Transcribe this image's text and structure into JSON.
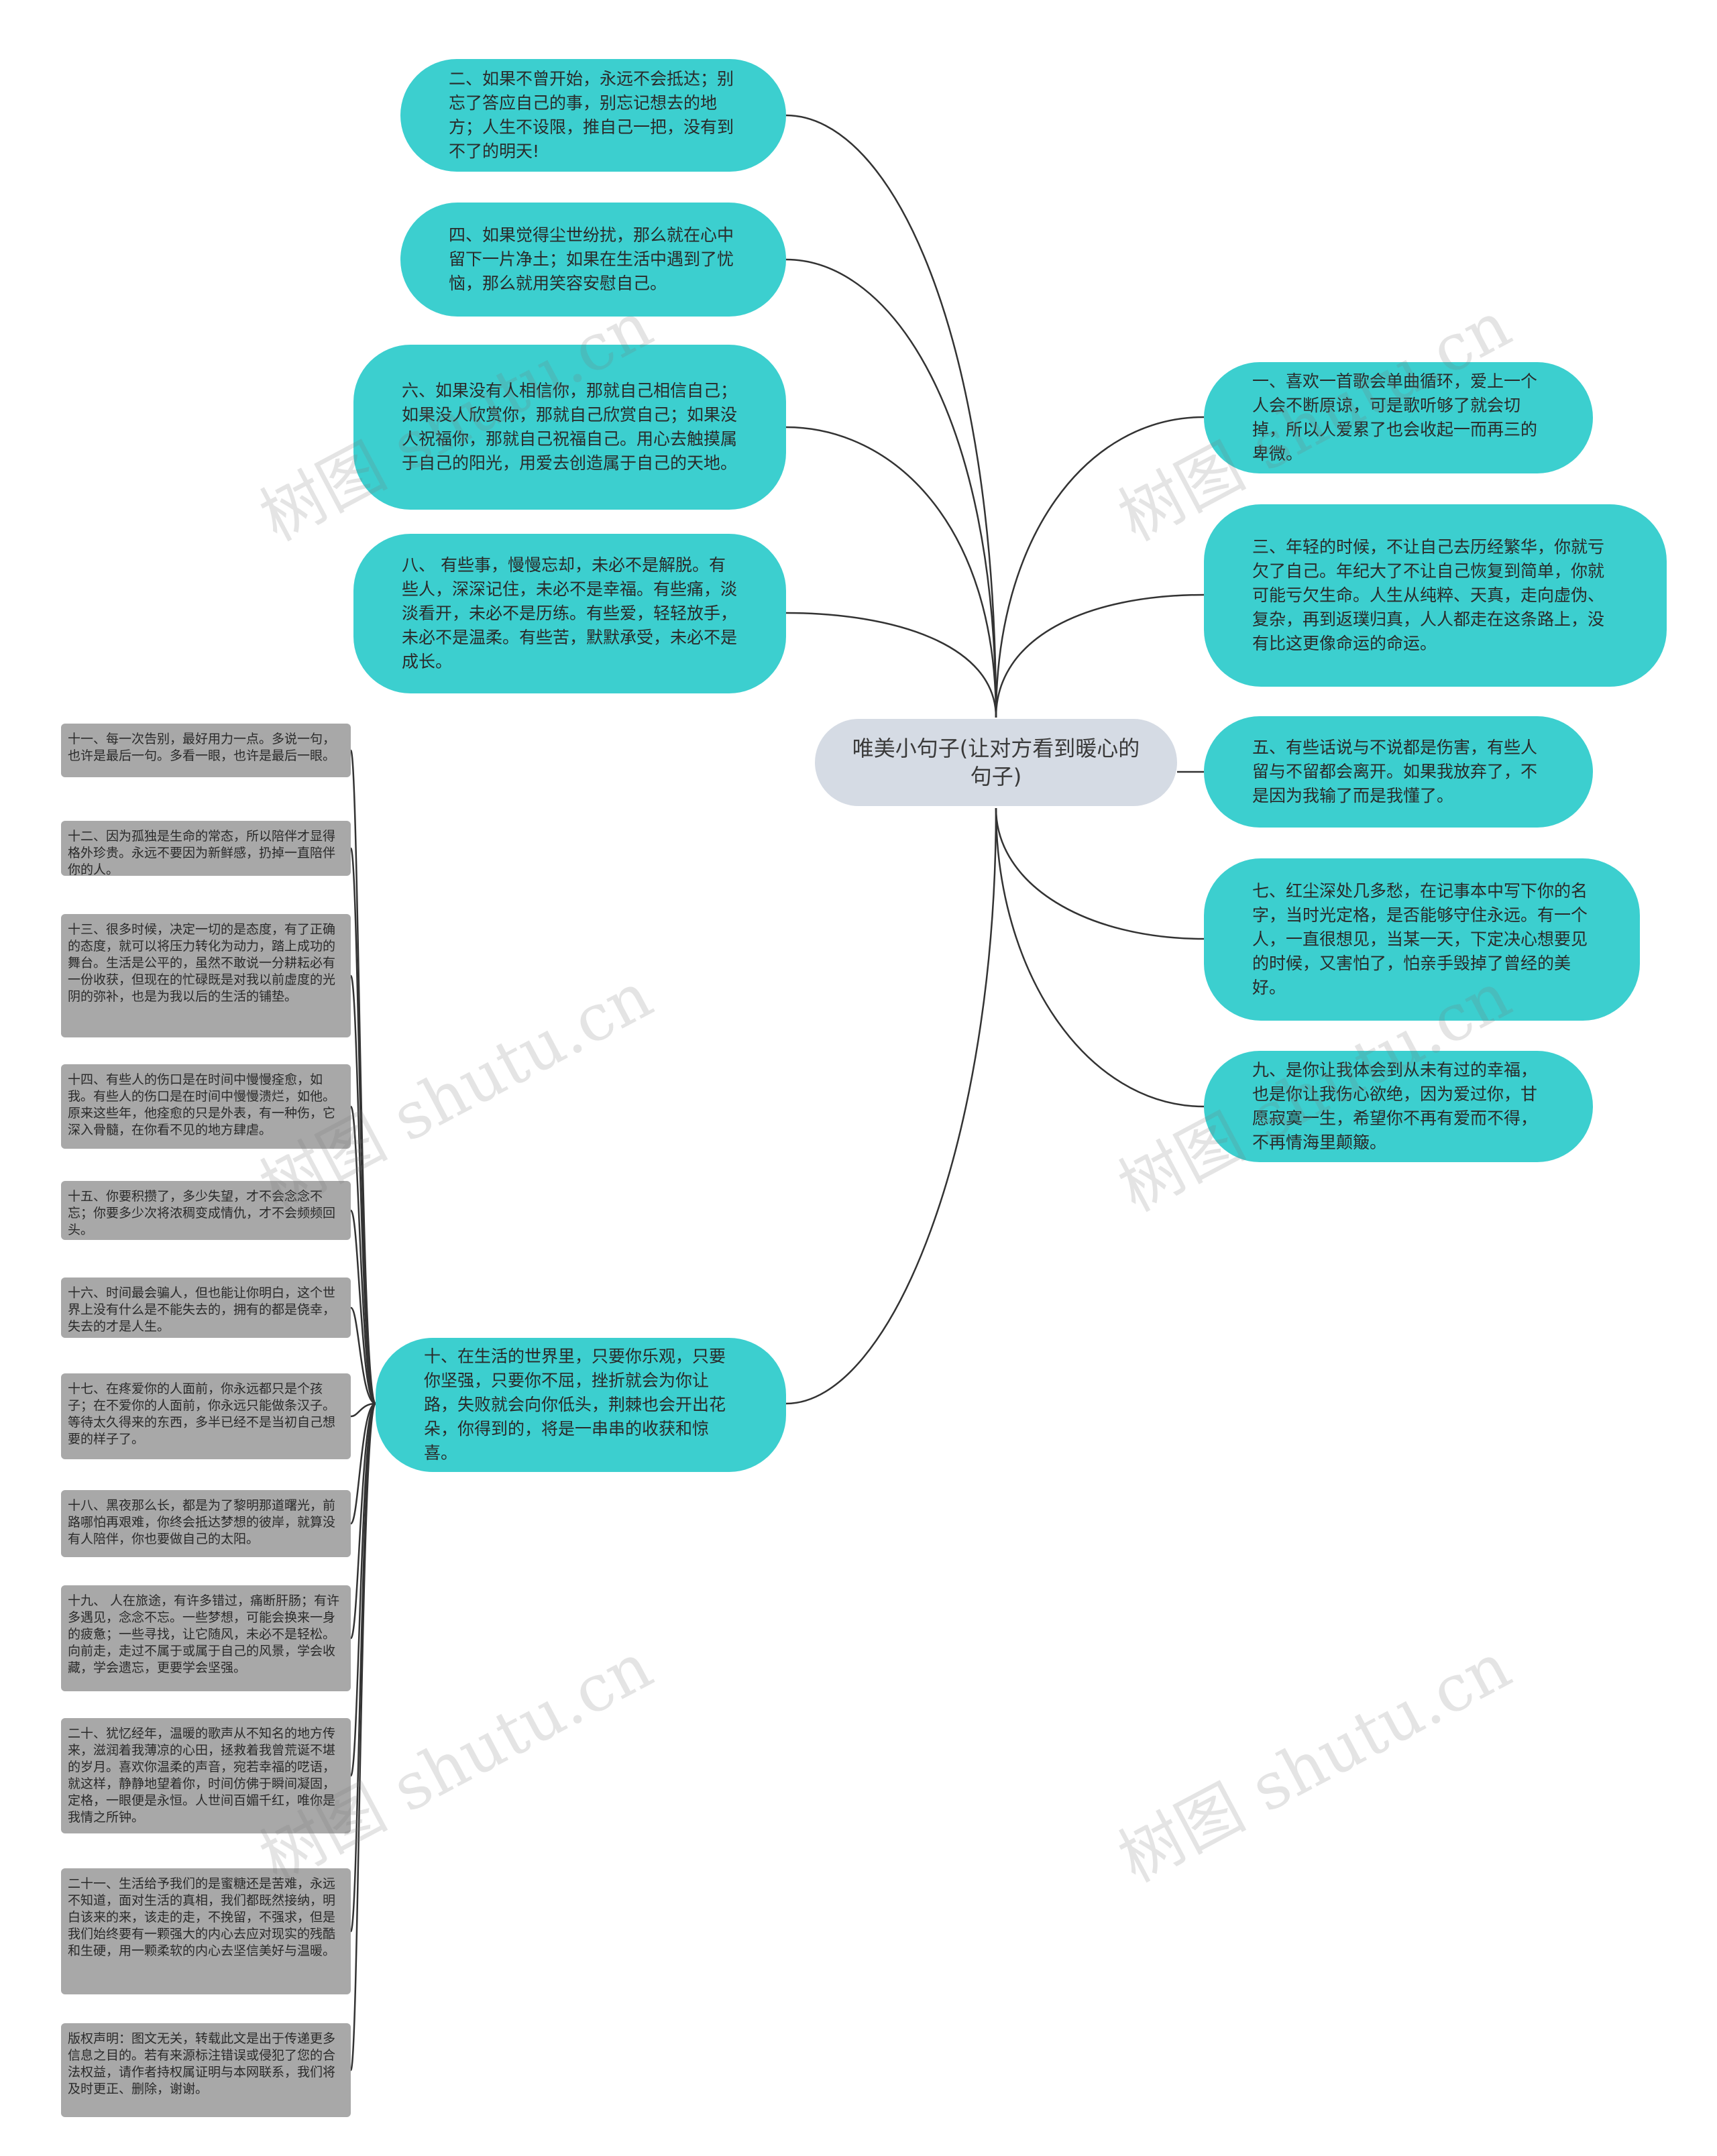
{
  "root": {
    "title": "唯美小句子(让对方看到暖心的句子)"
  },
  "topics_left": [
    {
      "text": "二、如果不曾开始，永远不会抵达；别忘了答应自己的事，别忘记想去的地方；人生不设限，推自己一把，没有到不了的明天!"
    },
    {
      "text": "四、如果觉得尘世纷扰，那么就在心中留下一片净土；如果在生活中遇到了忧恼，那么就用笑容安慰自己。"
    },
    {
      "text": "六、如果没有人相信你，那就自己相信自己；如果没人欣赏你，那就自己欣赏自己；如果没人祝福你，那就自己祝福自己。用心去触摸属于自己的阳光，用爱去创造属于自己的天地。"
    },
    {
      "text": "八、 有些事，慢慢忘却，未必不是解脱。有些人，深深记住，未必不是幸福。有些痛，淡淡看开，未必不是历练。有些爱，轻轻放手，未必不是温柔。有些苦，默默承受，未必不是成长。"
    },
    {
      "text": "十、在生活的世界里，只要你乐观，只要你坚强，只要你不屈，挫折就会为你让路，失败就会向你低头，荆棘也会开出花朵，你得到的，将是一串串的收获和惊喜。"
    }
  ],
  "topics_right": [
    {
      "text": "一、喜欢一首歌会单曲循环，爱上一个人会不断原谅，可是歌听够了就会切掉，所以人爱累了也会收起一而再三的卑微。"
    },
    {
      "text": "三、年轻的时候，不让自己去历经繁华，你就亏欠了自己。年纪大了不让自己恢复到简单，你就可能亏欠生命。人生从纯粹、天真，走向虚伪、复杂，再到返璞归真，人人都走在这条路上，没有比这更像命运的命运。"
    },
    {
      "text": "五、有些话说与不说都是伤害，有些人留与不留都会离开。如果我放弃了，不是因为我输了而是我懂了。"
    },
    {
      "text": "七、红尘深处几多愁，在记事本中写下你的名字，当时光定格，是否能够守住永远。有一个人，一直很想见，当某一天，下定决心想要见的时候，又害怕了，怕亲手毁掉了曾经的美好。"
    },
    {
      "text": "九、是你让我体会到从未有过的幸福，也是你让我伤心欲绝，因为爱过你，甘愿寂寞一生，希望你不再有爱而不得，不再情海里颠簸。"
    }
  ],
  "leaves": [
    {
      "text": "十一、每一次告别，最好用力一点。多说一句，也许是最后一句。多看一眼，也许是最后一眼。"
    },
    {
      "text": "十二、因为孤独是生命的常态，所以陪伴才显得格外珍贵。永远不要因为新鲜感，扔掉一直陪伴你的人。"
    },
    {
      "text": "十三、很多时候，决定一切的是态度，有了正确的态度，就可以将压力转化为动力，踏上成功的舞台。生活是公平的，虽然不敢说一分耕耘必有一份收获，但现在的忙碌既是对我以前虚度的光阴的弥补，也是为我以后的生活的铺垫。"
    },
    {
      "text": "十四、有些人的伤口是在时间中慢慢痊愈，如我。有些人的伤口是在时间中慢慢溃烂，如他。原来这些年，他痊愈的只是外表，有一种伤，它深入骨髓，在你看不见的地方肆虐。"
    },
    {
      "text": "十五、你要积攒了，多少失望，才不会念念不忘；你要多少次将浓稠变成情仇，才不会频频回头。"
    },
    {
      "text": "十六、时间最会骗人，但也能让你明白，这个世界上没有什么是不能失去的，拥有的都是侥幸，失去的才是人生。"
    },
    {
      "text": "十七、在疼爱你的人面前，你永远都只是个孩子；在不爱你的人面前，你永远只能做条汉子。等待太久得来的东西，多半已经不是当初自己想要的样子了。"
    },
    {
      "text": "十八、黑夜那么长，都是为了黎明那道曙光，前路哪怕再艰难，你终会抵达梦想的彼岸，就算没有人陪伴，你也要做自己的太阳。"
    },
    {
      "text": "十九、 人在旅途，有许多错过，痛断肝肠；有许多遇见，念念不忘。一些梦想，可能会换来一身的疲惫；一些寻找，让它随风，未必不是轻松。向前走，走过不属于或属于自己的风景，学会收藏，学会遗忘，更要学会坚强。"
    },
    {
      "text": "二十、犹忆经年，温暖的歌声从不知名的地方传来，滋润着我薄凉的心田，拯救着我曾荒诞不堪的岁月。喜欢你温柔的声音，宛若幸福的呓语，就这样，静静地望着你，时间仿佛于瞬间凝固，定格，一眼便是永恒。人世间百媚千红，唯你是我情之所钟。"
    },
    {
      "text": "二十一、生活给予我们的是蜜糖还是苦难，永远不知道，面对生活的真相，我们都既然接纳，明白该来的来，该走的走，不挽留，不强求，但是我们始终要有一颗强大的内心去应对现实的残酷和生硬，用一颗柔软的内心去坚信美好与温暖。"
    },
    {
      "text": "版权声明：图文无关，转载此文是出于传递更多信息之目的。若有来源标注错误或侵犯了您的合法权益，请作者持权属证明与本网联系，我们将及时更正、删除，谢谢。"
    }
  ],
  "watermark": {
    "text": "树图 shutu.cn"
  },
  "colors": {
    "topic_fill": "#3ccfcf",
    "root_fill": "#d5dbe4",
    "leaf_fill": "#a8a8a8",
    "connector": "#333333"
  }
}
